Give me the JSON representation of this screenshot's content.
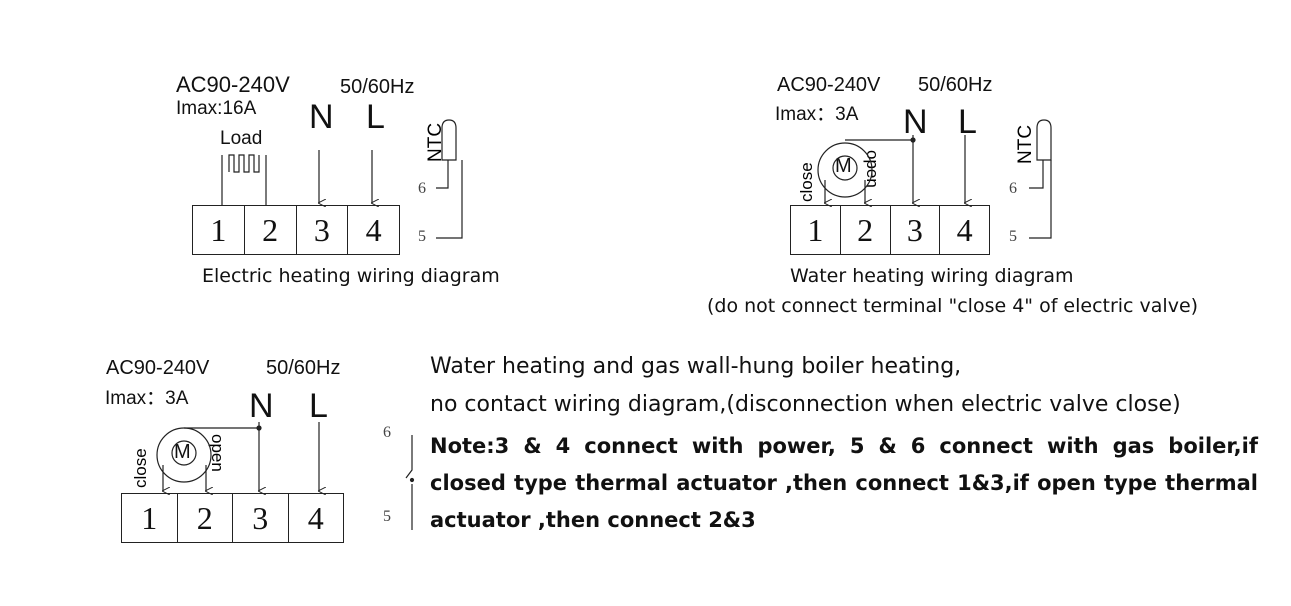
{
  "diagram1": {
    "voltage": "AC90-240V",
    "frequency": "50/60Hz",
    "imax": "Imax:16A",
    "load": "Load",
    "n": "N",
    "l": "L",
    "ntc": "NTC",
    "t6": "6",
    "t5": "5",
    "terminals": [
      "1",
      "2",
      "3",
      "4"
    ],
    "caption": "Electric heating wiring diagram"
  },
  "diagram2": {
    "voltage": "AC90-240V",
    "frequency": "50/60Hz",
    "imax": "Imax：3A",
    "n": "N",
    "l": "L",
    "ntc": "NTC",
    "motor": "M",
    "close": "close",
    "open": "open",
    "t6": "6",
    "t5": "5",
    "terminals": [
      "1",
      "2",
      "3",
      "4"
    ],
    "caption": "Water heating wiring diagram",
    "caption2": "(do not connect terminal \"close 4\" of electric valve)"
  },
  "diagram3": {
    "voltage": "AC90-240V",
    "frequency": "50/60Hz",
    "imax": "Imax：3A",
    "n": "N",
    "l": "L",
    "motor": "M",
    "close": "close",
    "open": "open",
    "t6": "6",
    "t5": "5",
    "terminals": [
      "1",
      "2",
      "3",
      "4"
    ]
  },
  "description": {
    "line1": "Water heating and gas wall-hung boiler heating,",
    "line2": "no contact wiring diagram,(disconnection when electric valve close)",
    "note": "Note:3 & 4 connect with power, 5 & 6 connect with gas boiler,if closed type thermal actuator ,then connect 1&3,if open type thermal actuator ,then connect 2&3"
  }
}
